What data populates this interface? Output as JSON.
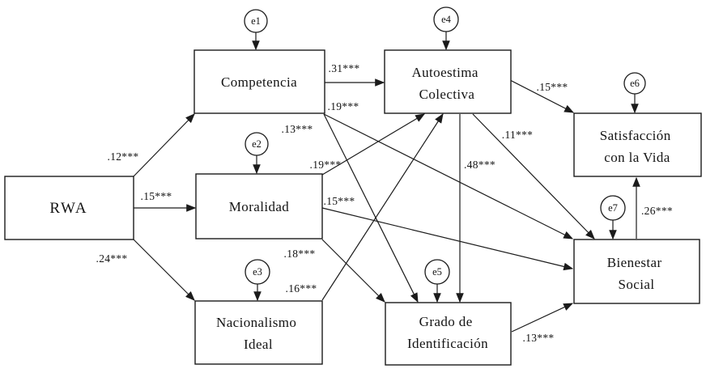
{
  "figure": {
    "type": "path-diagram",
    "ink_color": "#1b1b1b",
    "background_color": "#ffffff",
    "nodes": {
      "rwa": {
        "lines": [
          "RWA"
        ]
      },
      "competencia": {
        "lines": [
          "Competencia"
        ]
      },
      "moralidad": {
        "lines": [
          "Moralidad"
        ]
      },
      "nacionalismo_ideal": {
        "lines": [
          "Nacionalismo",
          "Ideal"
        ]
      },
      "autoestima_colectiva": {
        "lines": [
          "Autoestima",
          "Colectiva"
        ]
      },
      "grado_identificacion": {
        "lines": [
          "Grado de",
          "Identificación"
        ]
      },
      "satisfaccion_vida": {
        "lines": [
          "Satisfacción",
          "con la Vida"
        ]
      },
      "bienestar_social": {
        "lines": [
          "Bienestar",
          "Social"
        ]
      }
    },
    "error_terms": {
      "e1": "e1",
      "e2": "e2",
      "e3": "e3",
      "e4": "e4",
      "e5": "e5",
      "e6": "e6",
      "e7": "e7"
    },
    "edges": [
      {
        "from": "rwa",
        "to": "competencia",
        "coef": ".12***"
      },
      {
        "from": "rwa",
        "to": "moralidad",
        "coef": ".15***"
      },
      {
        "from": "rwa",
        "to": "nacionalismo_ideal",
        "coef": ".24***"
      },
      {
        "from": "competencia",
        "to": "autoestima_colectiva",
        "coef": ".31***"
      },
      {
        "from": "competencia",
        "to": "grado_identificacion",
        "coef": ".13***"
      },
      {
        "from": "competencia",
        "to": "bienestar_social",
        "coef": ".19***"
      },
      {
        "from": "moralidad",
        "to": "autoestima_colectiva",
        "coef": ".19***"
      },
      {
        "from": "moralidad",
        "to": "grado_identificacion",
        "coef": ".18***"
      },
      {
        "from": "moralidad",
        "to": "bienestar_social",
        "coef": ".15***"
      },
      {
        "from": "nacionalismo_ideal",
        "to": "autoestima_colectiva",
        "coef": ".16***"
      },
      {
        "from": "autoestima_colectiva",
        "to": "satisfaccion_vida",
        "coef": ".15***"
      },
      {
        "from": "autoestima_colectiva",
        "to": "bienestar_social",
        "coef": ".11***"
      },
      {
        "from": "autoestima_colectiva",
        "to": "grado_identificacion",
        "coef": ".48***"
      },
      {
        "from": "grado_identificacion",
        "to": "bienestar_social",
        "coef": ".13***"
      },
      {
        "from": "bienestar_social",
        "to": "satisfaccion_vida",
        "coef": ".26***"
      }
    ]
  }
}
